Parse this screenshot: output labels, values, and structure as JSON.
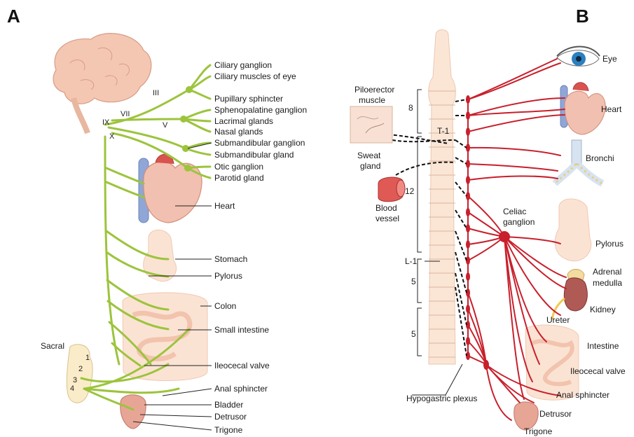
{
  "panels": {
    "a": "A",
    "b": "B"
  },
  "panel_a": {
    "nerves": {
      "iii": "III",
      "vii": "VII",
      "ix": "IX",
      "v": "V",
      "x": "X"
    },
    "sacral": {
      "title": "Sacral",
      "n1": "1",
      "n2": "2",
      "n3": "3",
      "n4": "4"
    },
    "labels": {
      "ciliary_ganglion": "Ciliary ganglion",
      "ciliary_muscles": "Ciliary muscles of eye",
      "pupillary_sphincter": "Pupillary sphincter",
      "sphenopalatine": "Sphenopalatine ganglion",
      "lacrimal": "Lacrimal glands",
      "nasal": "Nasal glands",
      "submandibular_ganglion": "Submandibular ganglion",
      "submandibular_gland": "Submandibular gland",
      "otic": "Otic ganglion",
      "parotid": "Parotid gland",
      "heart": "Heart",
      "stomach": "Stomach",
      "pylorus": "Pylorus",
      "colon": "Colon",
      "small_intestine": "Small intestine",
      "ileocecal": "Ileocecal valve",
      "anal_sphincter": "Anal sphincter",
      "bladder": "Bladder",
      "detrusor": "Detrusor",
      "trigone": "Trigone"
    }
  },
  "panel_b": {
    "spinal_marks": {
      "t8": "8",
      "t1": "T-1",
      "t12": "12",
      "l1": "L-1",
      "l5": "5",
      "s5": "5"
    },
    "labels": {
      "eye": "Eye",
      "heart": "Heart",
      "bronchi": "Bronchi",
      "piloerector_1": "Piloerector",
      "piloerector_2": "muscle",
      "sweat_1": "Sweat",
      "sweat_2": "gland",
      "blood_1": "Blood",
      "blood_2": "vessel",
      "celiac_1": "Celiac",
      "celiac_2": "ganglion",
      "pylorus": "Pylorus",
      "adrenal_1": "Adrenal",
      "adrenal_2": "medulla",
      "kidney": "Kidney",
      "ureter": "Ureter",
      "intestine": "Intestine",
      "ileocecal": "Ileocecal valve",
      "anal_sphincter": "Anal sphincter",
      "hypogastric": "Hypogastric plexus",
      "detrusor": "Detrusor",
      "trigone": "Trigone"
    }
  },
  "colors": {
    "parasympathetic": "#9cc43c",
    "sympathetic": "#c8202c",
    "organ": "#f6d3c0",
    "spine": "#fbe6d6"
  }
}
